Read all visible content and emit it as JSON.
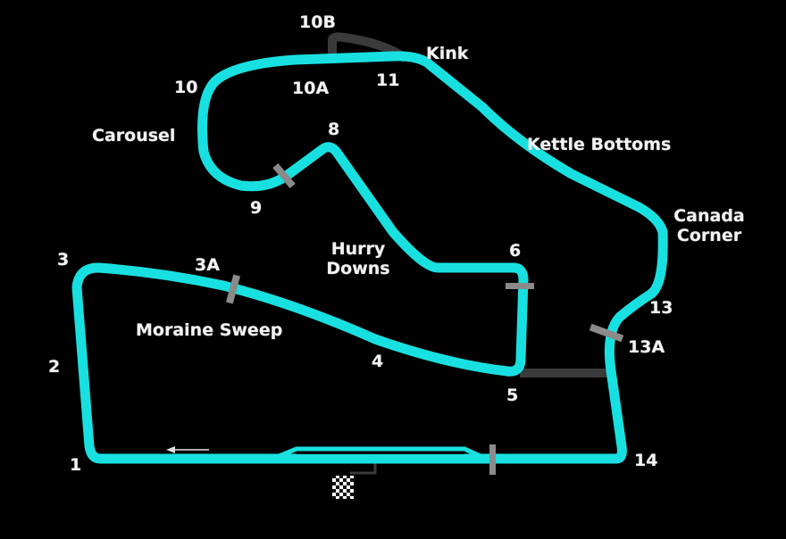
{
  "map": {
    "track_color": "#19e0e0",
    "background": "#000000",
    "runoff_color": "#3a3a3a",
    "sector_marker_color": "#8a8a8a",
    "direction_arrow": "arrow-left-icon",
    "start_finish": "checkered-flag-icon"
  },
  "turns": {
    "t1": "1",
    "t2": "2",
    "t3": "3",
    "t3a": "3A",
    "t4": "4",
    "t5": "5",
    "t6": "6",
    "t8": "8",
    "t9": "9",
    "t10": "10",
    "t10a": "10A",
    "t10b": "10B",
    "t11": "11",
    "t13": "13",
    "t13a": "13A",
    "t14": "14"
  },
  "sections": {
    "kink": "Kink",
    "carousel": "Carousel",
    "kettle_bottoms": "Kettle Bottoms",
    "canada_corner_1": "Canada",
    "canada_corner_2": "Corner",
    "hurry_downs_1": "Hurry",
    "hurry_downs_2": "Downs",
    "moraine_sweep": "Moraine Sweep"
  }
}
